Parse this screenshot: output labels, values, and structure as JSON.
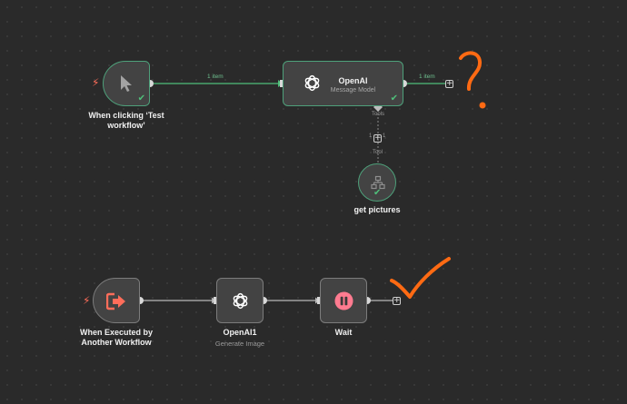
{
  "colors": {
    "background": "#2a2a2a",
    "node_fill": "#434343",
    "node_border": "#7c7c7c",
    "success": "#4fbf7a",
    "trigger_accent": "#ff6d5a",
    "annotation": "#ff6a13"
  },
  "workflow1": {
    "trigger": {
      "label": "When clicking ‘Test workflow’",
      "icon": "cursor-pointer-icon"
    },
    "conn1_label": "1 item",
    "openai": {
      "title": "OpenAI",
      "subtitle": "Message Model",
      "icon": "openai-icon"
    },
    "conn2_label": "1 item",
    "tools_label": "Tools",
    "tool_count_left": "1",
    "tool_count_right": "1",
    "tool_label": "Tool",
    "tool_node": {
      "label": "get pictures",
      "icon": "sitemap-icon"
    }
  },
  "workflow2": {
    "trigger": {
      "label": "When Executed by Another Workflow",
      "icon": "sign-out-icon"
    },
    "openai": {
      "label": "OpenAI1",
      "subtitle": "Generate Image",
      "icon": "openai-icon"
    },
    "wait": {
      "label": "Wait",
      "icon": "pause-icon"
    }
  },
  "annotations": {
    "question_mark": "?",
    "checkmark": "✓"
  }
}
